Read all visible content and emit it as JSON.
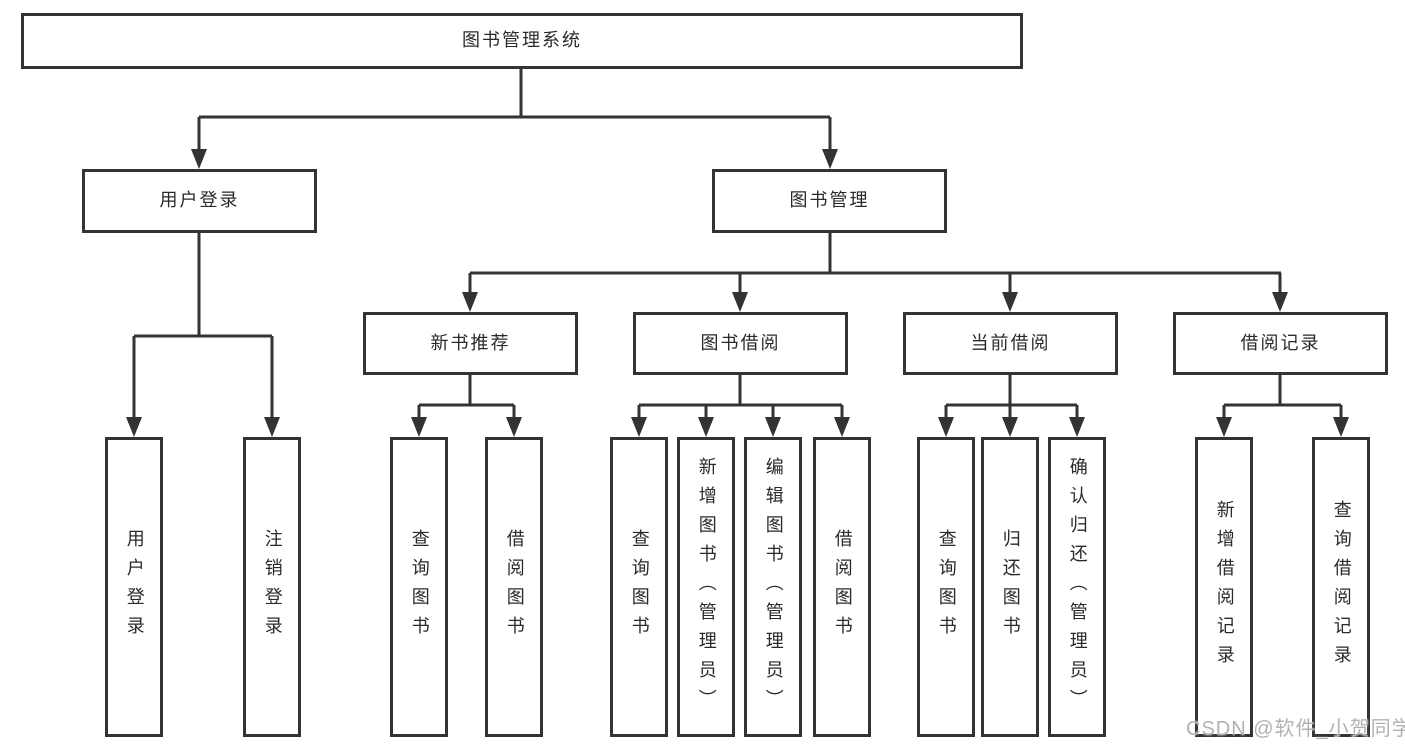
{
  "diagram": {
    "root": {
      "label": "图书管理系统"
    },
    "branches": [
      {
        "label": "用户登录",
        "children": [
          {
            "label": "用户登录"
          },
          {
            "label": "注销登录"
          }
        ]
      },
      {
        "label": "图书管理",
        "children": [
          {
            "label": "新书推荐",
            "children": [
              {
                "label": "查询图书"
              },
              {
                "label": "借阅图书"
              }
            ]
          },
          {
            "label": "图书借阅",
            "children": [
              {
                "label": "查询图书"
              },
              {
                "label": "新增图书（管理员）"
              },
              {
                "label": "编辑图书（管理员）"
              },
              {
                "label": "借阅图书"
              }
            ]
          },
          {
            "label": "当前借阅",
            "children": [
              {
                "label": "查询图书"
              },
              {
                "label": "归还图书"
              },
              {
                "label": "确认归还（管理员）"
              }
            ]
          },
          {
            "label": "借阅记录",
            "children": [
              {
                "label": "新增借阅记录"
              },
              {
                "label": "查询借阅记录"
              }
            ]
          }
        ]
      }
    ]
  },
  "watermark": {
    "text": "CSDN @软件_小贺同学"
  },
  "colors": {
    "line": "#333333",
    "box_border": "#333333",
    "text": "#2a2a2a",
    "background": "#ffffff",
    "watermark": "#b2b2b2"
  }
}
